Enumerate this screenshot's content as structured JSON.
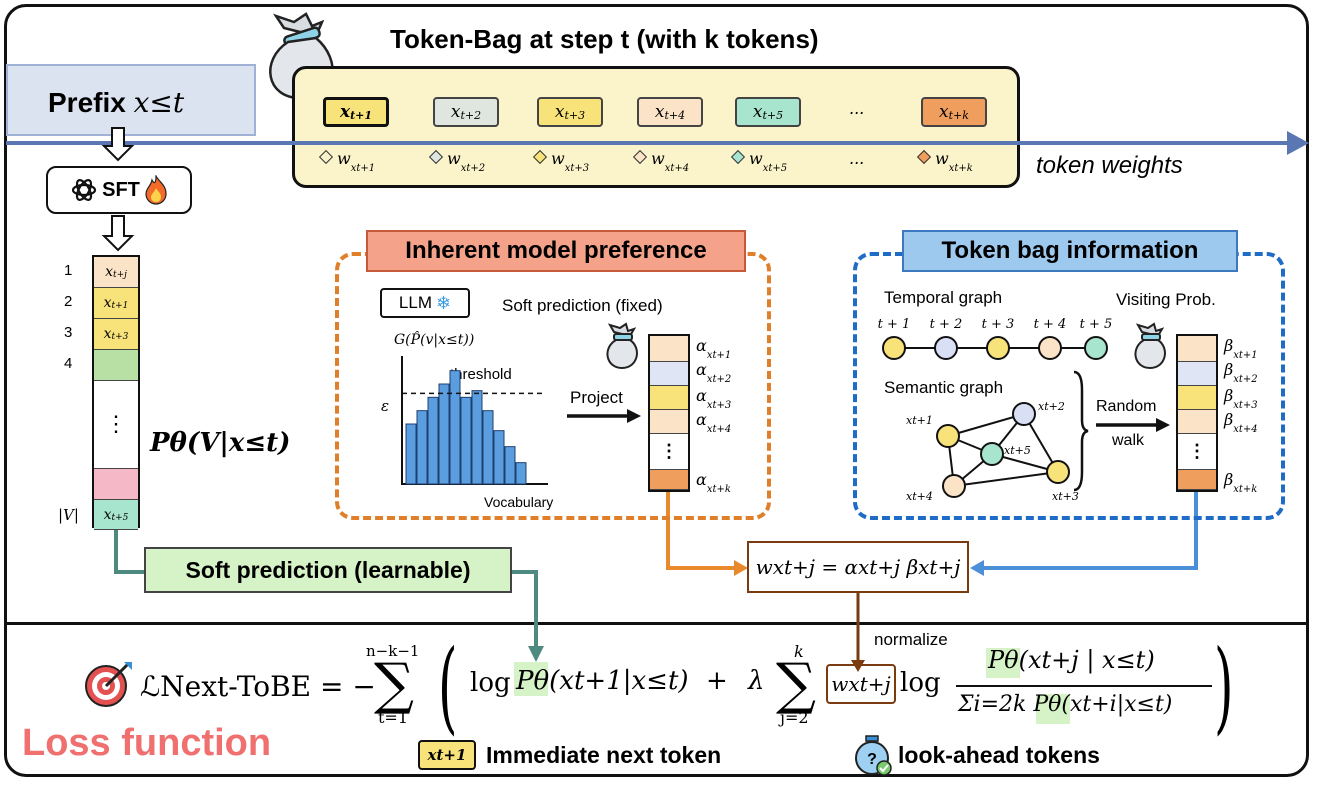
{
  "bag": {
    "title": "Token-Bag at step t (with k tokens)",
    "tokens": [
      {
        "base": "x",
        "sub": "t+1",
        "color": "#f8e27a",
        "bold": true
      },
      {
        "base": "x",
        "sub": "t+2",
        "color": "#dfe5df",
        "bold": false
      },
      {
        "base": "x",
        "sub": "t+3",
        "color": "#f8e27a",
        "bold": false
      },
      {
        "base": "x",
        "sub": "t+4",
        "color": "#fbe3c8",
        "bold": false
      },
      {
        "base": "x",
        "sub": "t+5",
        "color": "#a8e5cf",
        "bold": false
      },
      {
        "base": "x",
        "sub": "t+k",
        "color": "#ef9e5e",
        "bold": false
      }
    ],
    "ellipsis": "...",
    "weights": [
      {
        "base": "w",
        "sub": "xt+1",
        "diamond": "#f8f3c8"
      },
      {
        "base": "w",
        "sub": "xt+2",
        "diamond": "#dfe5df"
      },
      {
        "base": "w",
        "sub": "xt+3",
        "diamond": "#f8e27a"
      },
      {
        "base": "w",
        "sub": "xt+4",
        "diamond": "#fbe3c8"
      },
      {
        "base": "w",
        "sub": "xt+5",
        "diamond": "#a8e5cf"
      },
      {
        "base": "w",
        "sub": "xt+k",
        "diamond": "#ef9e5e"
      }
    ]
  },
  "prefix": {
    "label": "Prefix",
    "math": "x≤t"
  },
  "token_weights_label": "token weights",
  "sft": {
    "label": "SFT"
  },
  "column": {
    "row_labels": [
      "1",
      "2",
      "3",
      "4",
      "|V|"
    ],
    "cells": [
      {
        "text": "xt+j",
        "color": "#fbe3c8"
      },
      {
        "text": "xt+1",
        "color": "#f8e27a"
      },
      {
        "text": "xt+3",
        "color": "#f8e27a"
      },
      {
        "text": "",
        "color": "#b8e0a5"
      },
      {
        "text": "⋮",
        "color": "#ffffff"
      },
      {
        "text": "",
        "color": "#f4b8c6"
      },
      {
        "text": "xt+5",
        "color": "#a8e5cf"
      }
    ],
    "dist_label": "Pθ(V|x≤t)"
  },
  "inherent": {
    "title": "Inherent model preference",
    "llm": "LLM",
    "soft_fixed": "Soft prediction (fixed)",
    "g_label": "G(P̂(v|x≤t))",
    "threshold": "threshold",
    "epsilon": "ε",
    "vocabulary": "Vocabulary",
    "project": "Project",
    "histogram": [
      4.5,
      5.5,
      6.5,
      7.5,
      8.5,
      6.5,
      7.0,
      5.5,
      4.0,
      2.8,
      1.6
    ],
    "threshold_value": 6.8,
    "alpha_cells": [
      "#fbe3c8",
      "#dfe5f5",
      "#f8e27a",
      "#fbe3c8",
      "#ffffff",
      "#ef9e5e"
    ],
    "alphas": [
      "αxt+1",
      "αxt+2",
      "αxt+3",
      "αxt+4",
      "αxt+k"
    ]
  },
  "bagpanel": {
    "title": "Token bag information",
    "temporal": "Temporal graph",
    "visiting": "Visiting Prob.",
    "semantic": "Semantic graph",
    "random": "Random",
    "walk": "walk",
    "temporal_nodes": [
      "t + 1",
      "t + 2",
      "t + 3",
      "t + 4",
      "t + 5"
    ],
    "temporal_colors": [
      "#f8e27a",
      "#d9dff5",
      "#f8e27a",
      "#fbe3c8",
      "#a8e5cf"
    ],
    "semantic_nodes": [
      "xt+1",
      "xt+2",
      "xt+5",
      "xt+4",
      "xt+3"
    ],
    "beta_cells": [
      "#fbe3c8",
      "#dfe5f5",
      "#f8e27a",
      "#fbe3c8",
      "#ffffff",
      "#ef9e5e"
    ],
    "betas": [
      "βxt+1",
      "βxt+2",
      "βxt+3",
      "βxt+4",
      "βxt+k"
    ]
  },
  "soft_learnable": "Soft prediction (learnable)",
  "wformula": "wxt+j = αxt+j βxt+j",
  "normalize": "normalize",
  "loss": {
    "lhs": "ℒNext-ToBE",
    "sum1_upper": "n−k−1",
    "sum1_lower": "t=1",
    "log1": "log",
    "p1": "Pθ(xt+1|x≤t)",
    "lambda": "λ",
    "sum2_upper": "k",
    "sum2_lower": "j=2",
    "w": "wxt+j",
    "log2": "log",
    "num": "Pθ(xt+j | x≤t)",
    "den": "Σi=2k Pθ(xt+i|x≤t)",
    "loss_label": "Loss function",
    "legend_tok": "xt+1",
    "immediate": "Immediate next token",
    "lookahead": "look-ahead tokens"
  }
}
